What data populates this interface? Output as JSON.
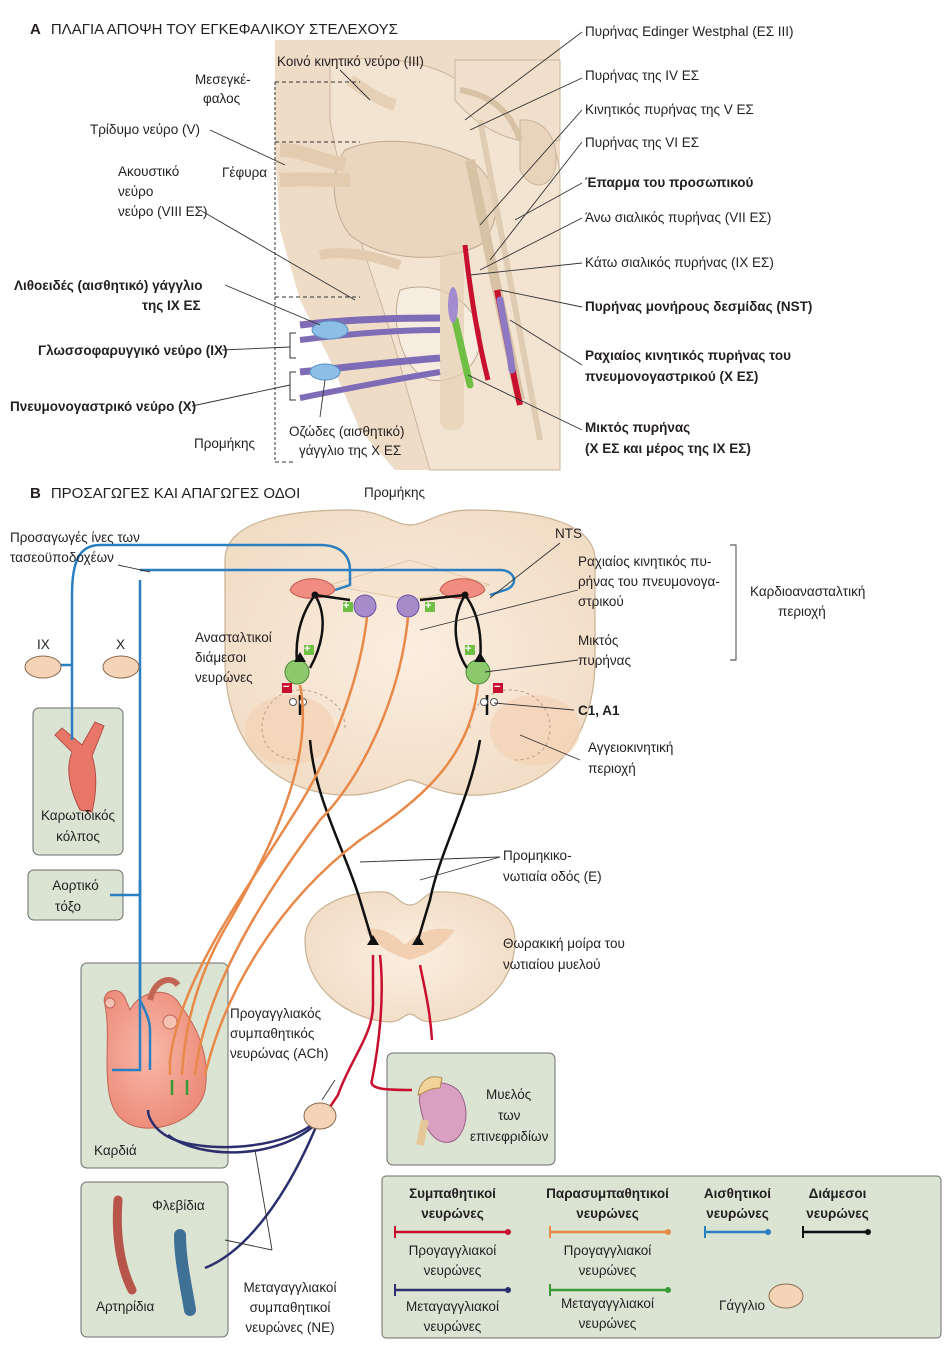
{
  "sectionA": {
    "letter": "A",
    "title": "ΠΛΑΓΙΑ ΑΠΟΨΗ ΤΟΥ ΕΓΚΕΦΑΛΙΚΟΥ ΣΤΕΛΕΧΟΥΣ"
  },
  "sectionB": {
    "letter": "B",
    "title": "ΠΡΟΣΑΓΩΓΕΣ ΚΑΙ ΑΠΑΓΩΓΕΣ ΟΔΟΙ"
  },
  "panelA": {
    "left": {
      "mesenc1": "Μεσεγκέ-",
      "mesenc2": "φαλος",
      "oculomotor": "Κοινό κινητικό νεύρο (III)",
      "trigeminal": "Τρίδυμο νεύρο (V)",
      "pons": "Γέφυρα",
      "acoustic1": "Ακουστικό",
      "acoustic2": "νεύρο",
      "acoustic3": "νεύρο (VIII ΕΣ)",
      "petrosal1": "Λιθοειδές (αισθητικό) γάγγλιο",
      "petrosal2": "της IX ΕΣ",
      "glosso": "Γλωσσοφαρυγγικό νεύρο (IX)",
      "vagus": "Πνευμονογαστρικό νεύρο (X)",
      "medulla": "Προμήκης",
      "nodose1": "Οζώδες (αισθητικό)",
      "nodose2": "γάγγλιο της X ΕΣ"
    },
    "right": {
      "ew": "Πυρήνας Edinger Westphal (ΕΣ III)",
      "iv": "Πυρήνας της IV ΕΣ",
      "motor_v": "Κινητικός πυρήνας της V ΕΣ",
      "vi": "Πυρήνας της VI ΕΣ",
      "facial": "Έπαρμα του προσωπικού",
      "sup_sal": "Άνω σιαλικός πυρήνας (VII ΕΣ)",
      "inf_sal": "Κάτω σιαλικός πυρήνας (IX ΕΣ)",
      "nst": "Πυρήνας μονήρους δεσμίδας (NST)",
      "dmv1": "Ραχιαίος κινητικός πυρήνας του",
      "dmv2": "πνευμονογαστρικού (X ΕΣ)",
      "amb1": "Μικτός πυρήνας",
      "amb2": "(X ΕΣ και μέρος της IX ΕΣ)"
    }
  },
  "panelB": {
    "medulla_top": "Προμήκης",
    "baro1": "Προσαγωγές ίνες των",
    "baro2": "τασεοϋποδοχέων",
    "ix": "IX",
    "x": "X",
    "nts": "NTS",
    "dmv1": "Ραχιαίος κινητικός πυ-",
    "dmv2": "ρήνας του πνευμονογα-",
    "dmv3": "στρικού",
    "cardio1": "Καρδιοανασταλτική",
    "cardio2": "περιοχή",
    "amb1": "Μικτός",
    "amb2": "πυρήνας",
    "inh1": "Ανασταλτικοί",
    "inh2": "διάμεσοι",
    "inh3": "νευρώνες",
    "c1a1": "C1, A1",
    "vaso1": "Αγγειοκινητική",
    "vaso2": "περιοχή",
    "carotid1": "Καρωτιδικός",
    "carotid2": "κόλπος",
    "aortic1": "Αορτικό",
    "aortic2": "τόξο",
    "bulbo1": "Προμηκικο-",
    "bulbo2": "νωτιαία οδός (E)",
    "thor1": "Θωρακική μοίρα του",
    "thor2": "νωτιαίου μυελού",
    "pre1": "Προγαγγλιακός",
    "pre2": "συμπαθητικός",
    "pre3": "νευρώνας (ACh)",
    "heart": "Καρδιά",
    "adrenal1": "Μυελός",
    "adrenal2": "των",
    "adrenal3": "επινεφριδίων",
    "venules": "Φλεβίδια",
    "arterioles": "Αρτηρίδια",
    "post1": "Μεταγαγγλιακοί",
    "post2": "συμπαθητικοί",
    "post3": "νευρώνες (NE)",
    "plus": "+",
    "minus": "−"
  },
  "legend": {
    "symp1": "Συμπαθητικοί",
    "symp2": "νευρώνες",
    "para1": "Παρασυμπαθητικοί",
    "para2": "νευρώνες",
    "sens1": "Αισθητικοί",
    "sens2": "νευρώνες",
    "inter1": "Διάμεσοι",
    "inter2": "νευρώνες",
    "symp_pre1": "Προγαγγλιακοί",
    "symp_pre2": "νευρώνες",
    "para_pre1": "Προγαγγλιακοί",
    "para_pre2": "νευρώνες",
    "symp_post1": "Μεταγαγγλιακοί",
    "symp_post2": "νευρώνες",
    "para_post1": "Μεταγαγγλιακοί",
    "para_post2": "νευρώνες",
    "ganglion": "Γάγγλιο"
  },
  "colors": {
    "sympathetic_pre": "#c8102e",
    "sympathetic_post": "#2b2f6e",
    "parasympathetic_pre": "#e8894a",
    "parasympathetic_post": "#3a9a3a",
    "sensory": "#2a7fc1",
    "interneuron": "#111111",
    "tissue": "#f5e3cf",
    "box_bg": "#dbe4d3"
  }
}
